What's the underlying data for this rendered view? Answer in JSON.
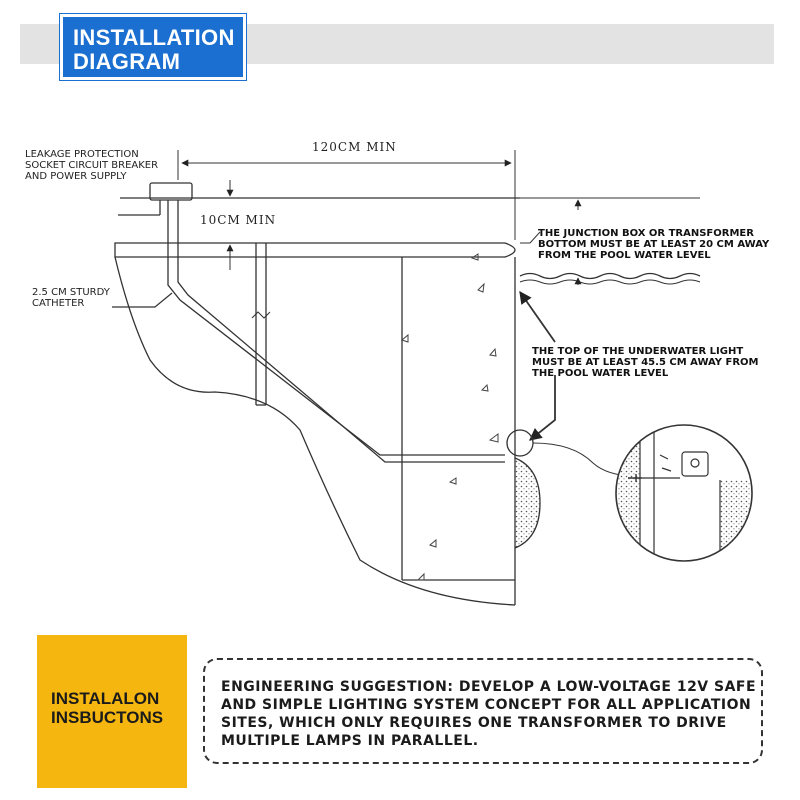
{
  "header": {
    "title_lines": [
      "INSTALLATION",
      "DIAGRAM"
    ],
    "band_color": "#e3e3e3",
    "title_bg": "#1a6fd1"
  },
  "diagram": {
    "labels": {
      "power_supply": [
        "LEAKAGE PROTECTION",
        "SOCKET CIRCUIT BREAKER",
        "AND POWER SUPPLY"
      ],
      "catheter": [
        "2.5 CM STURDY",
        "CATHETER"
      ],
      "junction_box": [
        "THE JUNCTION BOX OR TRANSFORMER",
        "BOTTOM MUST BE AT LEAST 20 CM AWAY",
        "FROM THE POOL WATER LEVEL"
      ],
      "underwater_light": [
        "THE TOP OF THE UNDERWATER LIGHT",
        "MUST BE AT LEAST 45.5 CM AWAY FROM",
        "THE POOL WATER LEVEL"
      ]
    },
    "dimensions": {
      "horizontal": "120CM MIN",
      "vertical": "10CM MIN"
    }
  },
  "footer": {
    "badge_lines": [
      "INSTALALON",
      "INSBUCTONS"
    ],
    "badge_color": "#f5b70f",
    "note_lines": [
      "ENGINEERING SUGGESTION: DEVELOP A LOW-VOLTAGE 12V SAFE",
      "AND SIMPLE LIGHTING SYSTEM CONCEPT FOR ALL APPLICATION",
      "SITES, WHICH ONLY REQUIRES ONE TRANSFORMER TO DRIVE",
      "MULTIPLE LAMPS IN PARALLEL."
    ]
  }
}
